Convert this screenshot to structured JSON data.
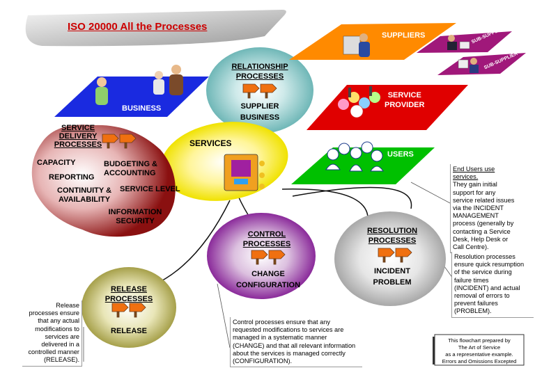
{
  "title": "ISO 20000 All the Processes",
  "platforms": {
    "suppliers": "SUPPLIERS",
    "sub_supplier_1": "SUB-SUPPLIER",
    "sub_supplier_2": "SUB-SUPPLIER",
    "business": "BUSINESS",
    "service_provider": [
      "SERVICE",
      "PROVIDER"
    ],
    "users": "USERS"
  },
  "relationship": {
    "heading": [
      "RELATIONSHIP",
      "PROCESSES"
    ],
    "items": [
      "SUPPLIER",
      "BUSINESS"
    ]
  },
  "service_delivery": {
    "heading": [
      "SERVICE",
      "DELIVERY",
      "PROCESSES"
    ],
    "capacity": "CAPACITY",
    "budgeting": [
      "BUDGETING &",
      "ACCOUNTING"
    ],
    "reporting": "REPORTING",
    "continuity": [
      "CONTINUITY &",
      "AVAILABILITY"
    ],
    "service_level": "SERVICE LEVEL",
    "infosec": [
      "INFORMATION",
      "SECURITY"
    ]
  },
  "services": "SERVICES",
  "control": {
    "heading": [
      "CONTROL",
      "PROCESSES"
    ],
    "items": [
      "CHANGE",
      "CONFIGURATION"
    ]
  },
  "resolution": {
    "heading": [
      "RESOLUTION",
      "PROCESSES"
    ],
    "items": [
      "INCIDENT",
      "PROBLEM"
    ]
  },
  "release": {
    "heading": [
      "RELEASE",
      "PROCESSES"
    ],
    "items": [
      "RELEASE"
    ]
  },
  "notes": {
    "users": [
      "End Users use",
      "services.",
      "They gain initial",
      "support for any",
      "service related issues",
      "via the INCIDENT",
      "MANAGEMENT",
      "process (generally by",
      "contacting a Service",
      "Desk, Help Desk or",
      "Call Centre)."
    ],
    "resolution": [
      "Resolution processes",
      "ensure quick resumption",
      "of the service during",
      "failure times",
      "(INCIDENT) and actual",
      "removal of errors to",
      "prevent failures",
      "(PROBLEM)."
    ],
    "release": [
      "Release",
      "processes ensure",
      "that any actual",
      "modifications to",
      "services are",
      "delivered in a",
      "controlled manner",
      "(RELEASE)."
    ],
    "control": [
      "Control processes ensure that any",
      "requested modifications to services are",
      "managed in a systematic manner",
      "(CHANGE) and that all relevant information",
      "about the services is managed correctly",
      "(CONFIGURATION)."
    ]
  },
  "credit": [
    "This flowchart prepared by",
    "The Art of Service",
    "as a representative example.",
    "Errors and Omissions Excepted"
  ],
  "colors": {
    "title_red": "#cc0000",
    "orange": "#ff8800",
    "blue": "#1a2ae0",
    "red": "#e00000",
    "green": "#00bb00",
    "maroon": "#aa1133",
    "purple": "#7a1a8a"
  }
}
